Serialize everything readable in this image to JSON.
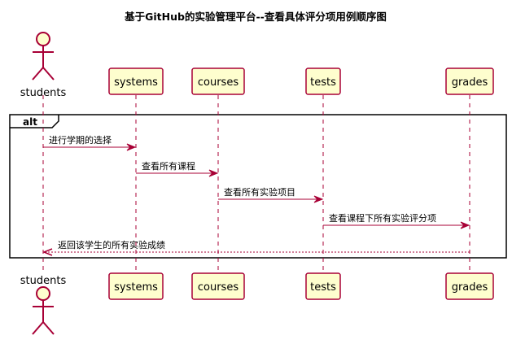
{
  "title": "基于GitHub的实验管理平台--查看具体评分项用例顺序图",
  "colors": {
    "box_fill": "#FEFECE",
    "box_stroke": "#A80036",
    "lifeline": "#A80036",
    "arrow": "#A80036",
    "frame": "#000000"
  },
  "participants": [
    {
      "id": "students",
      "label": "students",
      "kind": "actor"
    },
    {
      "id": "systems",
      "label": "systems",
      "kind": "participant"
    },
    {
      "id": "courses",
      "label": "courses",
      "kind": "participant"
    },
    {
      "id": "tests",
      "label": "tests",
      "kind": "participant"
    },
    {
      "id": "grades",
      "label": "grades",
      "kind": "participant"
    }
  ],
  "fragment": {
    "label": "alt"
  },
  "messages": [
    {
      "from": "students",
      "to": "systems",
      "label": "进行学期的选择",
      "style": "solid"
    },
    {
      "from": "systems",
      "to": "courses",
      "label": "查看所有课程",
      "style": "solid"
    },
    {
      "from": "courses",
      "to": "tests",
      "label": "查看所有实验项目",
      "style": "solid"
    },
    {
      "from": "tests",
      "to": "grades",
      "label": "查看课程下所有实验评分项",
      "style": "solid"
    },
    {
      "from": "grades",
      "to": "students",
      "label": "返回该学生的所有实验成绩",
      "style": "dashed"
    }
  ]
}
